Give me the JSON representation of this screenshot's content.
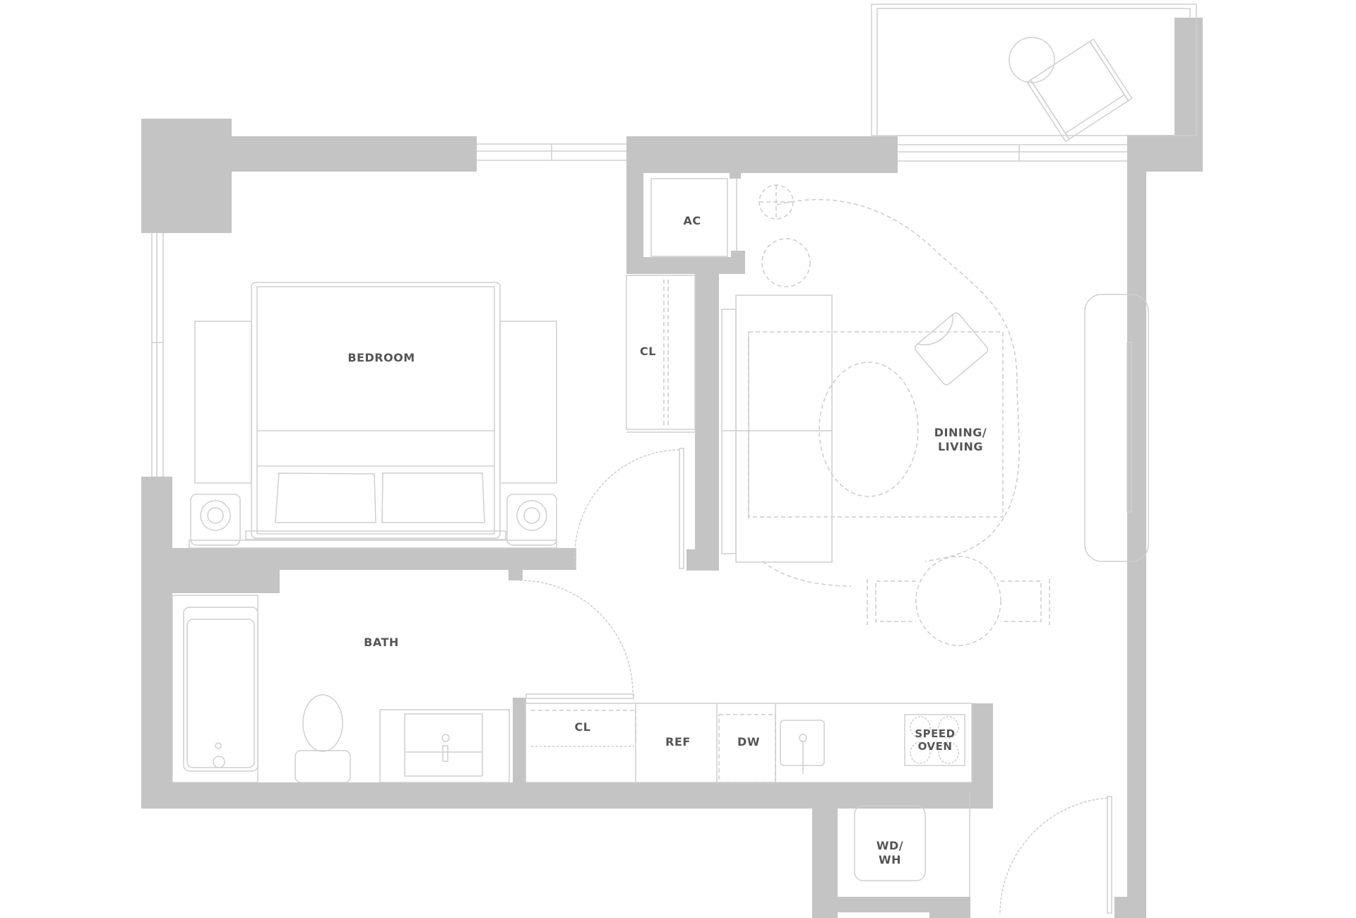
{
  "plan": {
    "type": "floor-plan",
    "colors": {
      "wall": "#c4c4c4",
      "line": "#cfcfcf",
      "dash": "#cccccc",
      "label": "#555555",
      "background": "#ffffff"
    }
  },
  "rooms": {
    "bedroom": "BEDROOM",
    "bath": "BATH",
    "dining_living": "DINING/\nLIVING",
    "ac": "AC",
    "closet_bedroom": "CL",
    "closet_kitchen": "CL",
    "ref": "REF",
    "dw": "DW",
    "speed_oven": "SPEED\nOVEN",
    "wd_wh": "WD/\nWH"
  }
}
